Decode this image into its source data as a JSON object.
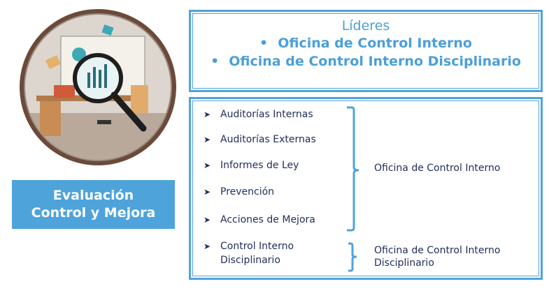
{
  "process": {
    "label": "Evaluación Control y Mejora",
    "image_icon": "magnifier-desk-illustration"
  },
  "leaders": {
    "title": "Líderes",
    "items": [
      "Oficina de Control Interno",
      "Oficina de Control Interno Disciplinario"
    ]
  },
  "activities": [
    "Auditorías Internas",
    "Auditorías Externas",
    "Informes de Ley",
    "Prevención",
    "Acciones de Mejora",
    "Control Interno Disciplinario"
  ],
  "owners": [
    "Oficina de Control Interno",
    "Oficina de Control Interno Disciplinario"
  ],
  "colors": {
    "accent": "#4ea3db",
    "text": "#1f2d5a"
  }
}
